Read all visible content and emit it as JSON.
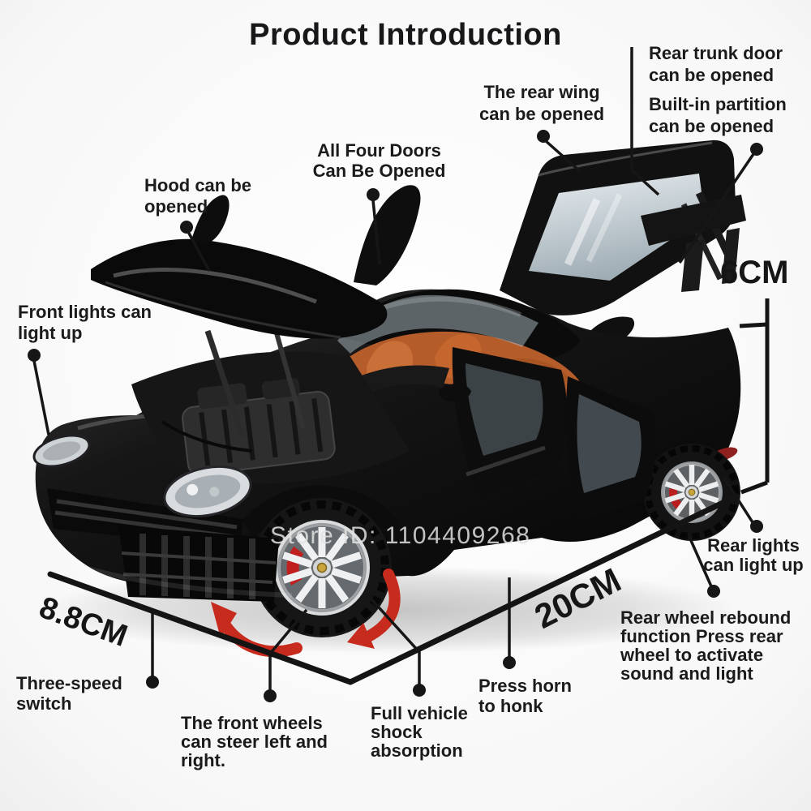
{
  "title": "Product Introduction",
  "watermark": "Store ID: 1104409268",
  "measurements": {
    "height": "6CM",
    "length": "20CM",
    "width": "8.8CM"
  },
  "annotations": {
    "hood": {
      "lines": [
        "Hood can be",
        "opened"
      ]
    },
    "front_lights": {
      "lines": [
        "Front lights can",
        "light up"
      ]
    },
    "four_doors": {
      "lines": [
        "All Four Doors",
        "Can Be Opened"
      ]
    },
    "rear_wing": {
      "lines": [
        "The rear wing",
        "can be opened"
      ]
    },
    "rear_trunk": {
      "lines": [
        "Rear trunk door",
        "can be opened"
      ]
    },
    "partition": {
      "lines": [
        "Built-in partition",
        "can be opened"
      ]
    },
    "rear_lights": {
      "lines": [
        "Rear lights",
        "can light up"
      ]
    },
    "rear_wheel_rebound": {
      "lines": [
        "Rear wheel rebound",
        "function Press rear",
        "wheel to activate",
        "sound and light"
      ]
    },
    "three_speed_switch": {
      "lines": [
        "Three-speed",
        "switch"
      ]
    },
    "front_wheels": {
      "lines": [
        "The front wheels",
        "can steer left and",
        "right."
      ]
    },
    "shock_absorption": {
      "lines": [
        "Full vehicle",
        "shock",
        "absorption"
      ]
    },
    "press_horn": {
      "lines": [
        "Press horn",
        "to honk"
      ]
    }
  },
  "colors": {
    "label_text": "#1b1b1d",
    "connector": "#161616",
    "arrow_red": "#c62b1d",
    "car_black": "#0d0d0d",
    "interior_orange": "#c2672f",
    "background": "#ffffff"
  }
}
